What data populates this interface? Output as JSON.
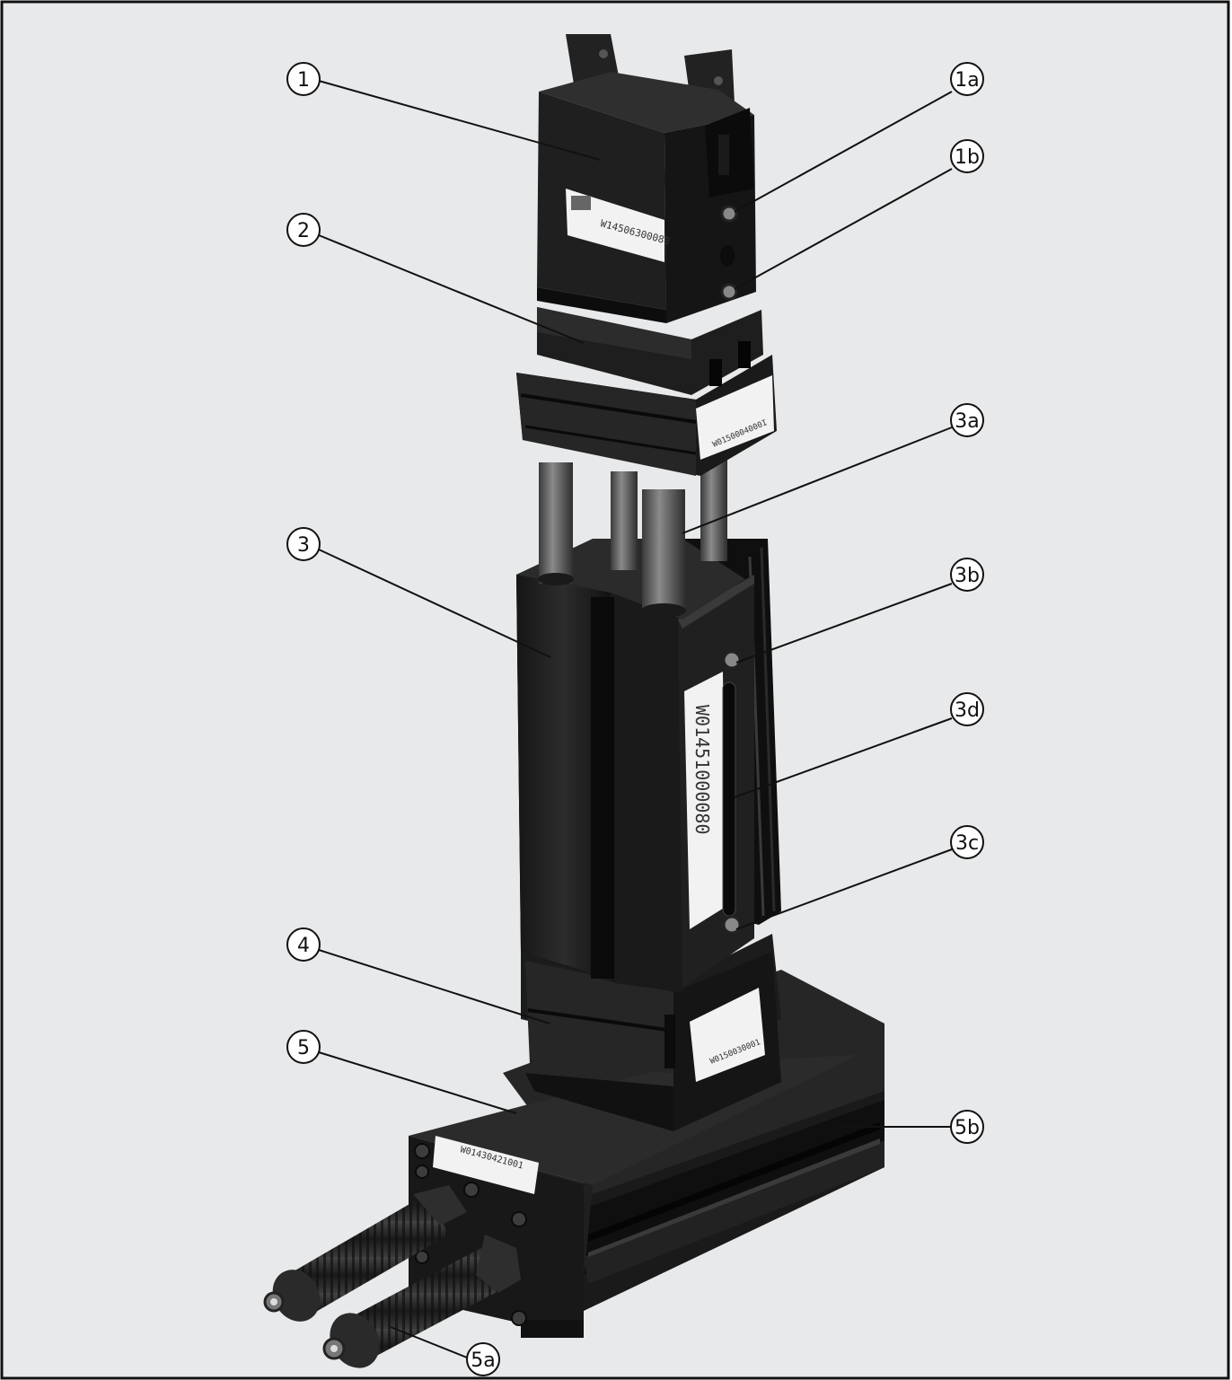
{
  "labels": {
    "l1": "1",
    "l1a": "1a",
    "l1b": "1b",
    "l2": "2",
    "l3": "3",
    "l3a": "3a",
    "l3b": "3b",
    "l3c": "3c",
    "l3d": "3d",
    "l4": "4",
    "l5": "5",
    "l5a": "5a",
    "l5b": "5b"
  },
  "product_labels": {
    "gripper": "W14506300080",
    "rotary": "W0150004000I",
    "linear": "W01451000080",
    "adapter": "W0150030001",
    "slide": "W01430421001"
  },
  "colors": {
    "background": "#e8e9ea",
    "frame": "#111111",
    "body_dark": "#1c1c1c",
    "body_mid": "#2a2a2a",
    "rod": "#5a5a5a",
    "label_bg": "#f2f2f2"
  }
}
